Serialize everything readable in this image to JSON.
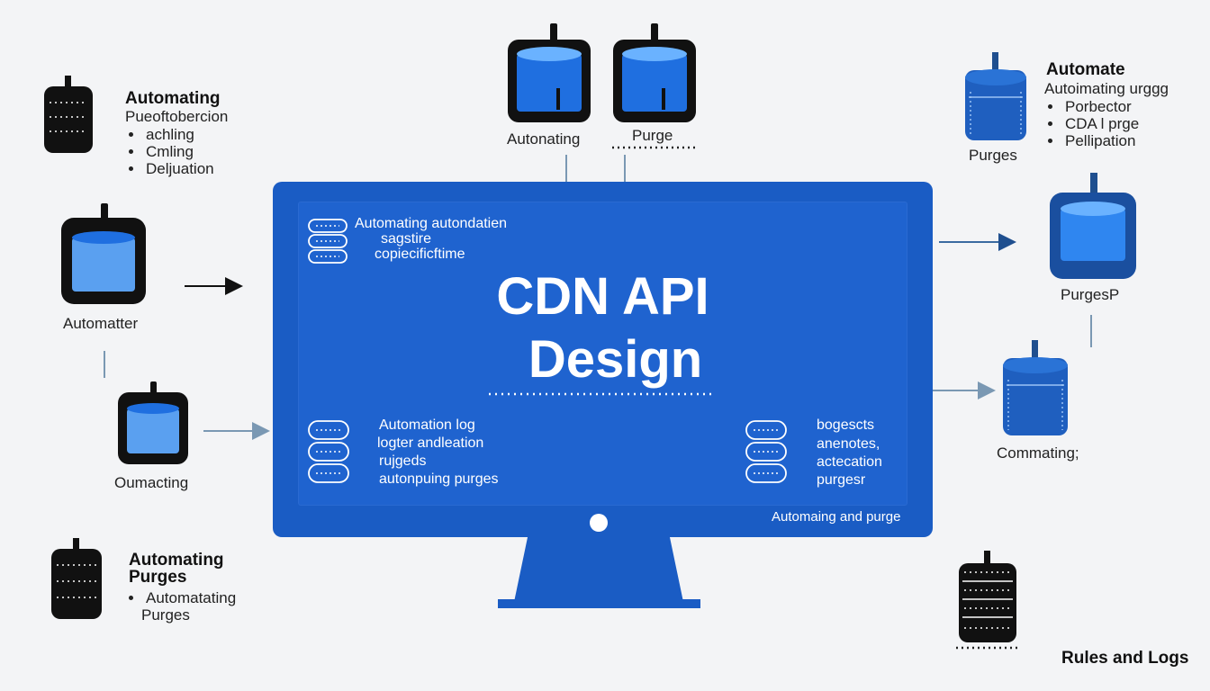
{
  "main": {
    "title_line1": "CDN API",
    "title_line2": "Design",
    "screen_top_text": [
      "Automating autondatien",
      "sagstire",
      "copiecificftime"
    ],
    "screen_left_text": [
      "Automation log",
      "logter andleation",
      "rujgeds",
      "autonpuing purges"
    ],
    "screen_right_text": [
      "bogescts",
      "anenotes,",
      "actecation",
      "purgesr"
    ],
    "screen_footer": "Automaing and purge"
  },
  "top_nodes": {
    "left_label": "Autonating",
    "right_label": "Purge"
  },
  "left_nodes": {
    "block1": {
      "heading": "Automating",
      "subheading": "Pueoftobercion",
      "bullets": [
        "achling",
        "Cmling",
        "Deljuation"
      ]
    },
    "node2_label": "Automatter",
    "node3_label": "Oumacting",
    "block4": {
      "heading_line1": "Automating",
      "heading_line2": "Purges",
      "bullets": [
        "Automatating"
      ],
      "continuation": "Purges"
    }
  },
  "right_nodes": {
    "block1": {
      "heading": "Automate",
      "subheading": "Autoimating urggg",
      "bullets": [
        "Porbector",
        "CDA l prge",
        "Pellipation"
      ],
      "cylinder_label": "Purges"
    },
    "node2_label": "PurgesP",
    "node3_label": "Commating;",
    "footer_label": "Rules and Logs"
  },
  "colors": {
    "monitor": "#1a5cc4",
    "screen": "#1f63cf",
    "cylinder_blue": "#1f5fbf",
    "cylinder_light": "#4a97ec",
    "dark": "#111111"
  }
}
